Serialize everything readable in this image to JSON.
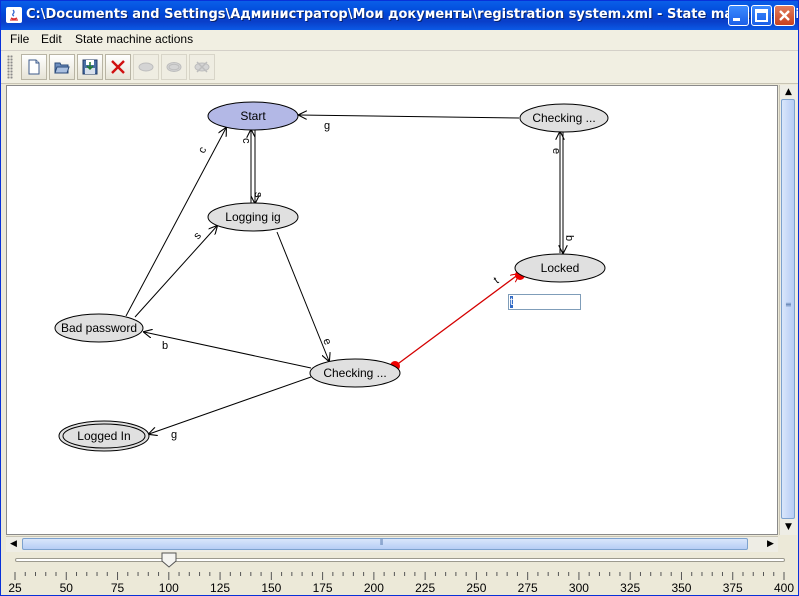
{
  "window": {
    "title": "C:\\Documents and Settings\\Администратор\\Мои документы\\registration system.xml - State machine editor"
  },
  "menu": [
    "File",
    "Edit",
    "State machine actions"
  ],
  "toolbar": {
    "buttons": [
      {
        "name": "new-icon",
        "enabled": true
      },
      {
        "name": "open-icon",
        "enabled": true
      },
      {
        "name": "save-icon",
        "enabled": true
      },
      {
        "name": "delete-icon",
        "enabled": true
      },
      {
        "name": "add-state-icon",
        "enabled": false
      },
      {
        "name": "add-final-state-icon",
        "enabled": false
      },
      {
        "name": "delete-state-icon",
        "enabled": false
      }
    ]
  },
  "diagram": {
    "states": [
      {
        "id": "start",
        "label": "Start",
        "initial": true
      },
      {
        "id": "checking_top",
        "label": "Checking ..."
      },
      {
        "id": "logging",
        "label": "Logging ig"
      },
      {
        "id": "locked",
        "label": "Locked"
      },
      {
        "id": "bad_password",
        "label": "Bad password"
      },
      {
        "id": "checking_mid",
        "label": "Checking ..."
      },
      {
        "id": "logged_in",
        "label": "Logged In",
        "final": true
      }
    ],
    "transitions": [
      {
        "from": "checking_top",
        "to": "start",
        "label": "g"
      },
      {
        "from": "start",
        "to": "logging",
        "label": "s"
      },
      {
        "from": "logging",
        "to": "start",
        "label": "c"
      },
      {
        "from": "checking_top",
        "to": "locked",
        "label": "b"
      },
      {
        "from": "locked",
        "to": "checking_top",
        "label": "e"
      },
      {
        "from": "bad_password",
        "to": "start",
        "label": "c"
      },
      {
        "from": "bad_password",
        "to": "logging",
        "label": "s"
      },
      {
        "from": "logging",
        "to": "checking_mid",
        "label": "e"
      },
      {
        "from": "checking_mid",
        "to": "bad_password",
        "label": "b"
      },
      {
        "from": "checking_mid",
        "to": "logged_in",
        "label": "g"
      },
      {
        "from": "checking_mid",
        "to": "locked",
        "label": "t",
        "selected": true
      }
    ],
    "edit_text": "t",
    "colors": {
      "initial_fill": "#b3b8e6",
      "state_fill": "#e0e0e0",
      "selected": "#d40000"
    }
  },
  "zoom": {
    "value": 100,
    "ticks": [
      "25",
      "50",
      "75",
      "100",
      "125",
      "150",
      "175",
      "200",
      "225",
      "250",
      "275",
      "300",
      "325",
      "350",
      "375",
      "400"
    ]
  }
}
